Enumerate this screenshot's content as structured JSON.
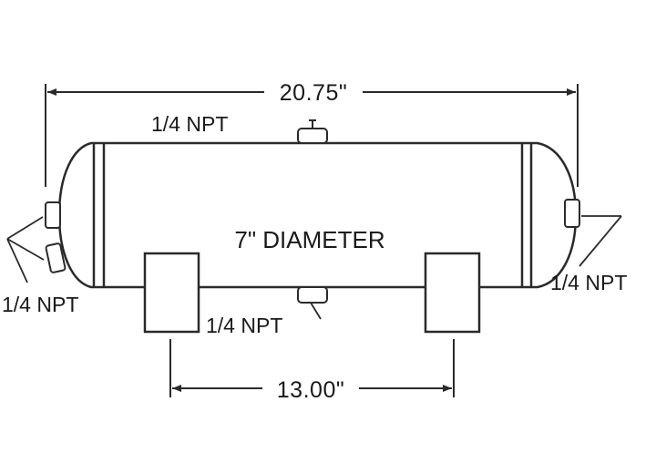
{
  "drawing": {
    "overall_length": "20.75\"",
    "diameter_label": "7\" DIAMETER",
    "foot_spacing": "13.00\"",
    "port_top": "1/4 NPT",
    "port_left": "1/4 NPT",
    "port_bottom": "1/4 NPT",
    "port_right": "1/4 NPT"
  }
}
